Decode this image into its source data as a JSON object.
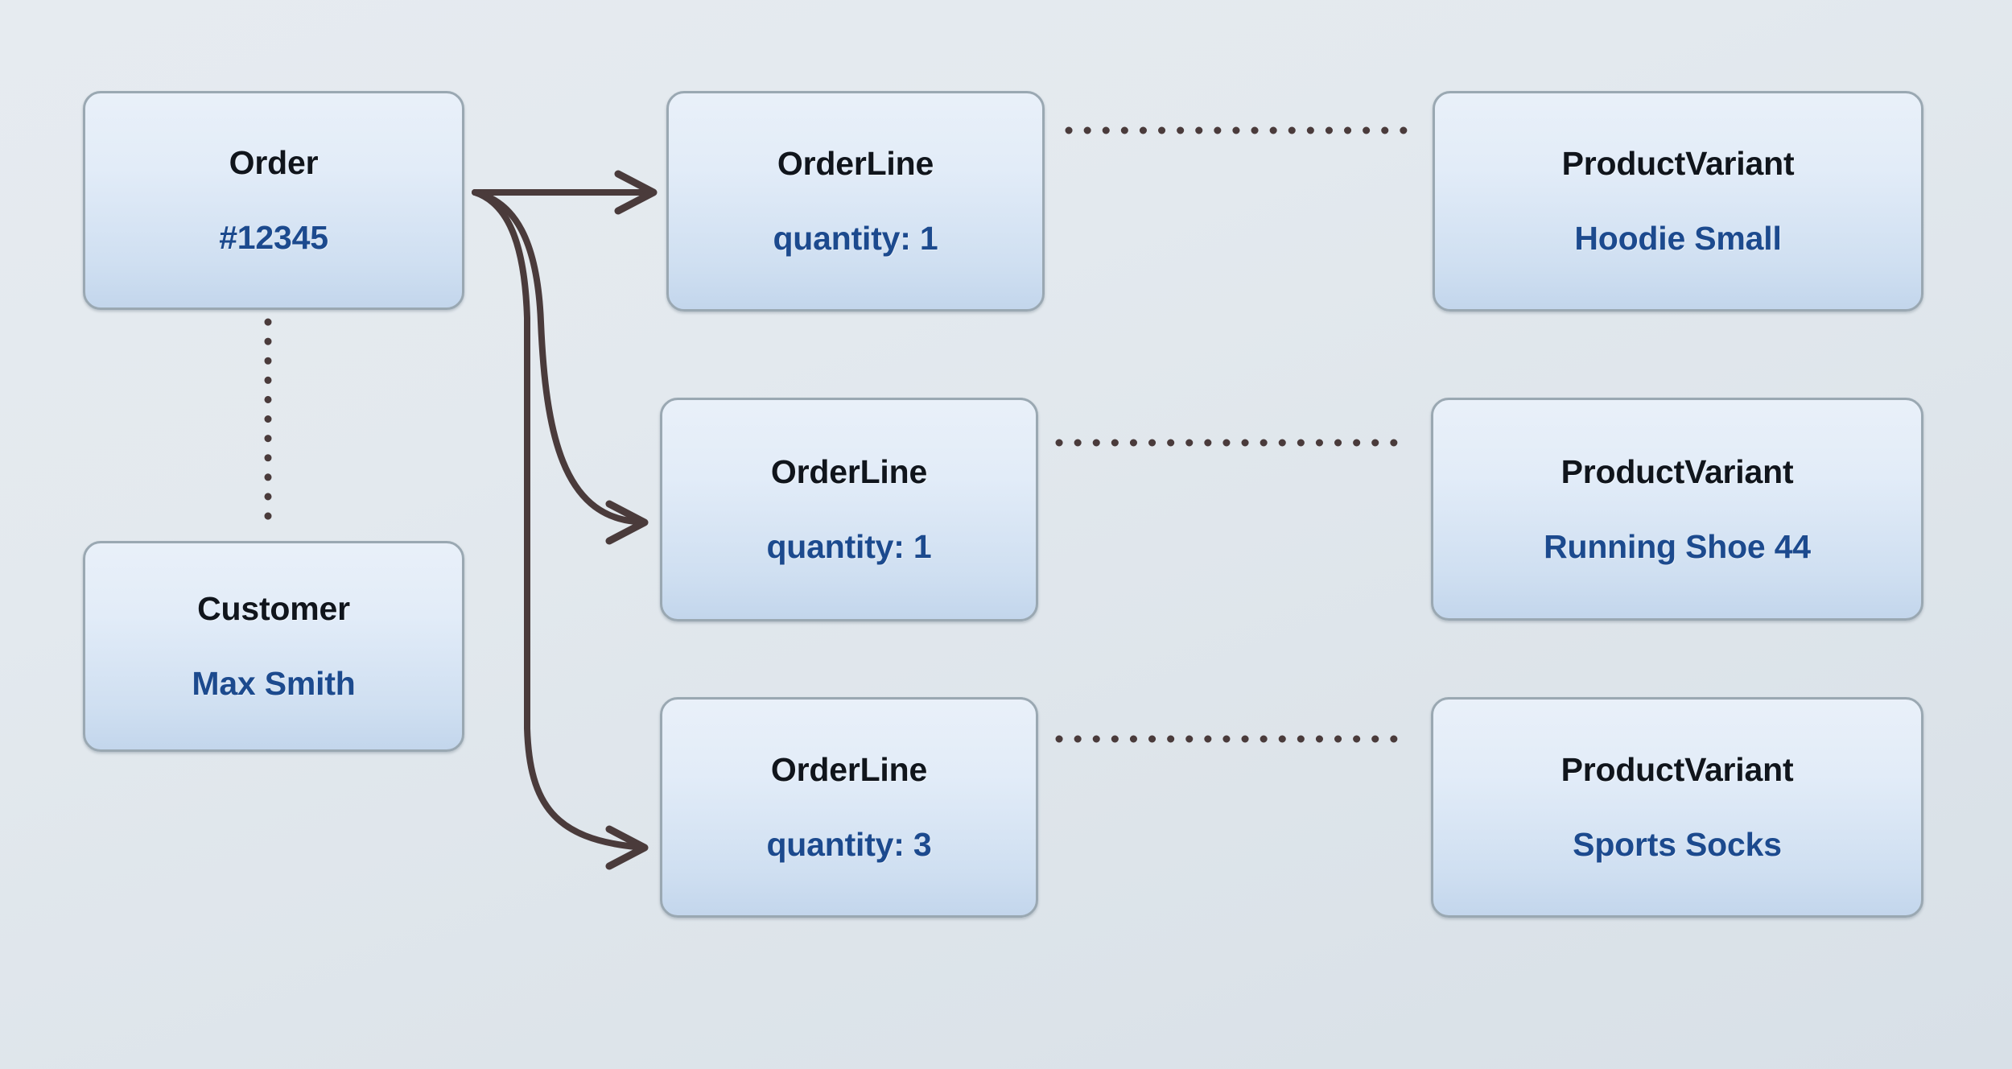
{
  "diagram": {
    "type": "entity-relationship-object-diagram",
    "background_color": "#e3e9ee",
    "accent_edge_color": "#4a3b3b",
    "node_border_color": "#9aa8b2",
    "node_title_color": "#10151c",
    "node_subtitle_color": "#1c4a8e"
  },
  "nodes": {
    "order": {
      "title": "Order",
      "subtitle": "#12345"
    },
    "customer": {
      "title": "Customer",
      "subtitle": "Max Smith"
    },
    "order_lines": [
      {
        "title": "OrderLine",
        "subtitle": "quantity: 1"
      },
      {
        "title": "OrderLine",
        "subtitle": "quantity: 1"
      },
      {
        "title": "OrderLine",
        "subtitle": "quantity: 3"
      }
    ],
    "product_variants": [
      {
        "title": "ProductVariant",
        "subtitle": "Hoodie Small"
      },
      {
        "title": "ProductVariant",
        "subtitle": "Running Shoe 44"
      },
      {
        "title": "ProductVariant",
        "subtitle": "Sports Socks"
      }
    ]
  },
  "edges": {
    "order_to_order_lines": {
      "style": "solid-curved-arrow",
      "arrowhead": "open-v",
      "count": 3
    },
    "order_to_customer": {
      "style": "dotted",
      "orientation": "vertical"
    },
    "order_line_to_variant": {
      "style": "dotted",
      "orientation": "horizontal",
      "count": 3
    }
  }
}
